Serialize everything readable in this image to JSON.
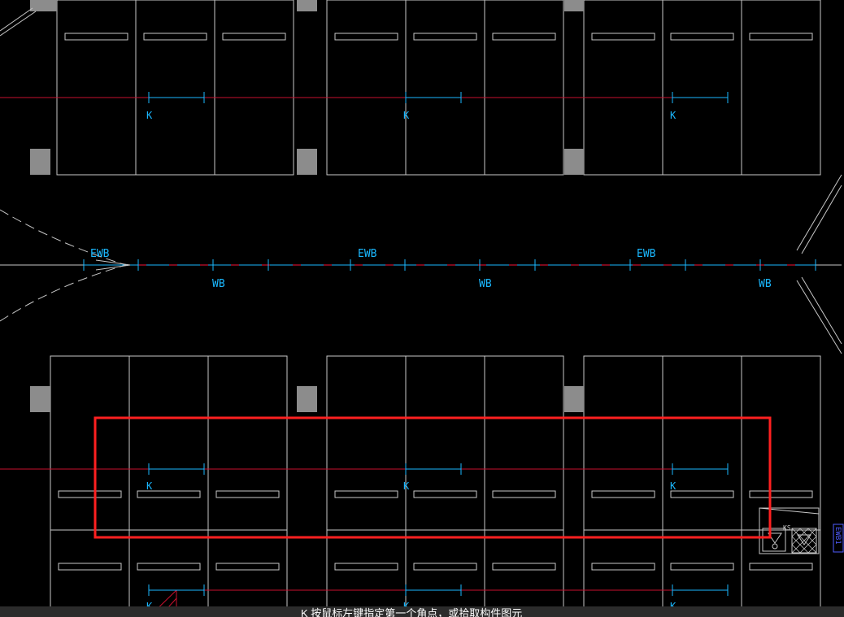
{
  "drawing": {
    "labels": {
      "ewb": "EWB",
      "wb": "WB",
      "k": "K",
      "side_tag": "EWB1",
      "fixture_tag": "KS"
    },
    "colors": {
      "background": "#000000",
      "outline": "#c8c8c8",
      "column": "#8c8c8c",
      "cyan_line": "#1ab8ff",
      "red_line": "#c8102e",
      "selection": "#ff2020",
      "tag_blue": "#4f5cff"
    }
  },
  "command_line": {
    "prompt": "K 按鼠标左键指定第一个角点，或拾取构件图元"
  }
}
